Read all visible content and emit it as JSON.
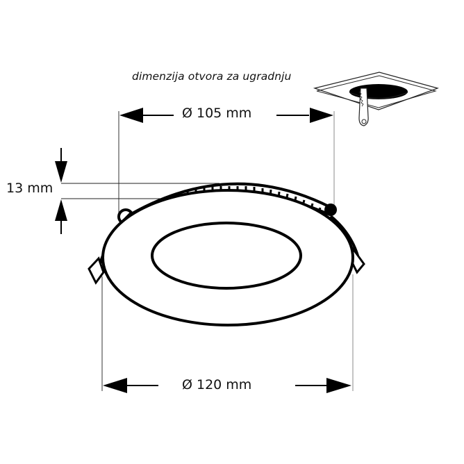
{
  "caption": "dimenzija otvora za ugradnju",
  "dimensions": {
    "cutout_diameter": "Ø 105 mm",
    "outer_diameter": "Ø 120 mm",
    "height": "13 mm"
  },
  "colors": {
    "stroke": "#000000",
    "dim_line": "#222222",
    "background": "#ffffff"
  }
}
